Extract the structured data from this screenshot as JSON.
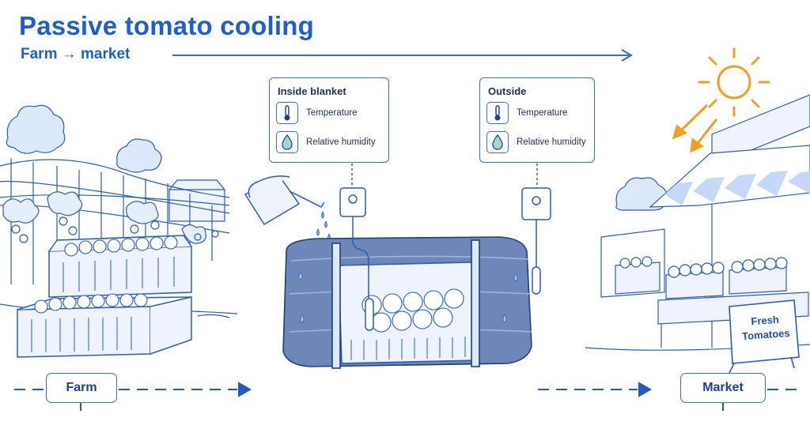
{
  "title": "Passive tomato cooling",
  "subtitle": "Farm → market",
  "inside_panel": {
    "title": "Inside blanket",
    "items": [
      {
        "icon": "thermometer-icon",
        "label": "Temperature"
      },
      {
        "icon": "water-drop-icon",
        "label": "Relative humidity"
      }
    ]
  },
  "outside_panel": {
    "title": "Outside",
    "items": [
      {
        "icon": "thermometer-icon",
        "label": "Temperature"
      },
      {
        "icon": "water-drop-icon",
        "label": "Relative humidity"
      }
    ]
  },
  "timeline": {
    "start_label": "Farm",
    "end_label": "Market"
  },
  "market_sign": {
    "line1": "Fresh",
    "line2": "Tomatoes"
  },
  "colors": {
    "accent": "#1f5fc8",
    "line": "#3a6fd0",
    "sun": "#f0a020",
    "light": "#dce8fb"
  }
}
